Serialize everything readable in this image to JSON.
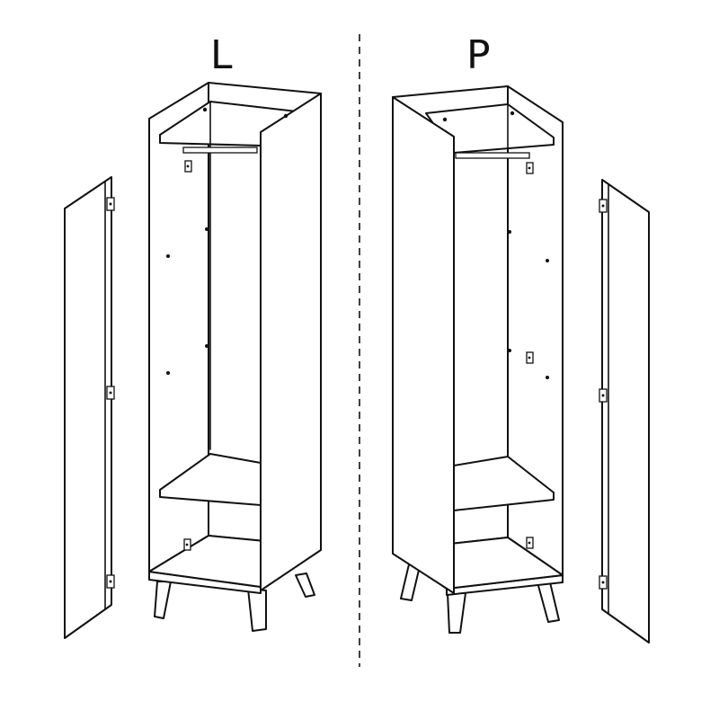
{
  "variants": [
    {
      "label": "L",
      "hinge_side": "left"
    },
    {
      "label": "P",
      "hinge_side": "right"
    }
  ],
  "colors": {
    "line": "#111111",
    "background": "#ffffff"
  }
}
